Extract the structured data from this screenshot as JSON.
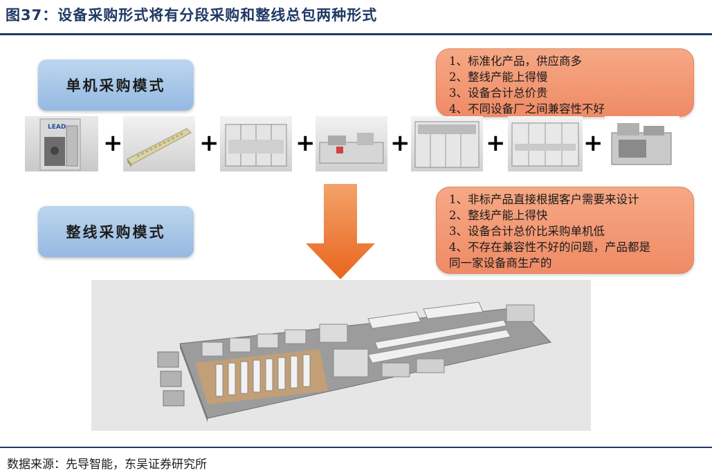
{
  "figure": {
    "title": "图37：设备采购形式将有分段采购和整线总包两种形式"
  },
  "single_machine": {
    "label": "单机采购模式",
    "notes": [
      "1、标准化产品，供应商多",
      "2、整线产能上得慢",
      "3、设备合计总价贵",
      "4、不同设备厂之间兼容性不好"
    ],
    "plus_symbol": "+",
    "machine_logo": "LEAD"
  },
  "whole_line": {
    "label": "整线采购模式",
    "notes": [
      "1、非标产品直接根据客户需要来设计",
      "2、整线产能上得快",
      "3、设备合计总价比采购单机低",
      "4、不存在兼容性不好的问题，产品都是",
      "同一家设备商生产的"
    ]
  },
  "colors": {
    "title": "#1f3864",
    "mode_box": "#a7c7e7",
    "note_box": "#f29a75",
    "arrow": "#ed7d31"
  },
  "source": "数据来源：先导智能，东吴证券研究所"
}
